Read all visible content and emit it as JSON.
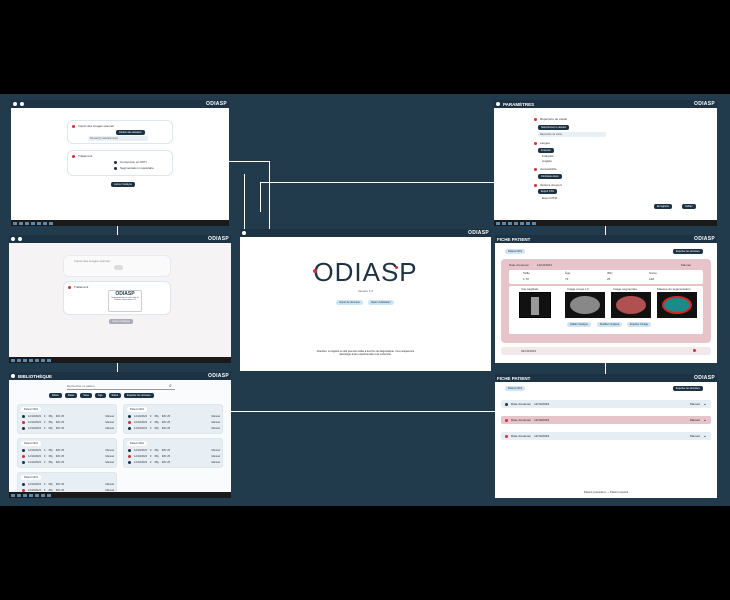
{
  "brand": "ODIASP",
  "version": "Version 1.0",
  "disclaimer": "Attention, ce logiciel ne doit pas être utilisé à des fins de diagnostique. Il est uniquement développé à titre expérimental et de recherche.",
  "home": {
    "import_button": "Import de données",
    "second_button": "Notes d'utilisation"
  },
  "import": {
    "section1": "Import des images scanner",
    "choose_btn": "Choisir des dossiers",
    "value1": "Dossier(s) sélectionné(s)",
    "file_label": "Aucun fichier",
    "section2": "Traitement",
    "opt1": "Conversion en NIfTI",
    "opt2": "Segmentation musculaire",
    "run_btn": "Lancer l'analyse"
  },
  "processing": {
    "section1": "Import des images scanner",
    "section2": "Traitement",
    "modal_title": "ODIASP",
    "modal_text": "Segmentation et calcul de la surface musculaire L3",
    "run_btn": "Lancer l'analyse"
  },
  "params": {
    "title": "PARAMÈTRES",
    "s1": "Répertoire de travail",
    "s1_btn": "Sélectionner le dossier",
    "s1_value": "Répertoire de sortie",
    "s2": "Langue",
    "s2_value": "Français",
    "s2_opt1": "Français",
    "s2_opt2": "Anglais",
    "s3": "Accessibilité",
    "s3_btn": "Contraste élevé",
    "s4": "Options d'export",
    "s4_btn": "Export CSV",
    "s4_opt": "Export PDF",
    "btn1": "Enregistrer",
    "btn2": "Valider"
  },
  "fiche1": {
    "title": "FICHE PATIENT",
    "patient_tag": "Patient 0001",
    "export_btn": "Exporter les données",
    "exam_label": "Date d'examen",
    "exam_date": "12/10/2021",
    "status": "Manuel",
    "cols": [
      "Taille",
      "Âge",
      "IMC",
      "Score"
    ],
    "vals": [
      "1.70",
      "72",
      "25",
      "128"
    ],
    "img_labels": [
      "Vue sagittale",
      "Image coupe L3",
      "Image segmentée",
      "Masque de segmentation"
    ],
    "btn1": "Valider l'analyse",
    "btn2": "Modifier l'analyse",
    "btn3": "Exporter l'image",
    "footer_date": "02/10/2023"
  },
  "fiche2": {
    "title": "FICHE PATIENT",
    "patient_tag": "Patient 0001",
    "export_btn": "Exporter les données",
    "rows": [
      {
        "label": "Date d'examen",
        "date": "12/10/2023",
        "status": "Manuel"
      },
      {
        "label": "Date d'examen",
        "date": "12/10/2023",
        "status": "Manuel"
      },
      {
        "label": "Date d'examen",
        "date": "12/10/2023",
        "status": "Manuel"
      }
    ],
    "prev": "Patient précédent",
    "next": "Patient suivant"
  },
  "biblio": {
    "title": "BIBLIOTHÈQUE",
    "search_placeholder": "Rechercher un patient",
    "filters": [
      "Filtres",
      "Dates",
      "Sexe",
      "Âge",
      "Statut"
    ],
    "group_label": "Patient 0001",
    "row_date": "12/10/2023",
    "row_sex": "F",
    "row_age": "68y",
    "row_imc": "IMC 25",
    "row_status": "Manuel",
    "export_btn": "Exporter les données"
  }
}
